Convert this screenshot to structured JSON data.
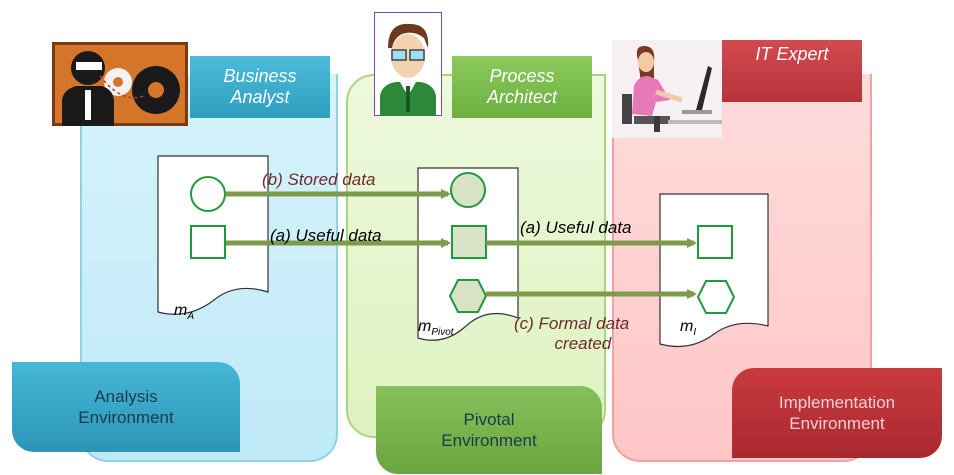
{
  "roles": {
    "business_analyst": {
      "line1": "Business",
      "line2": "Analyst",
      "color": "#35aacb"
    },
    "process_architect": {
      "line1": "Process",
      "line2": "Architect",
      "color": "#77b94a"
    },
    "it_expert": {
      "label": "IT Expert",
      "color": "#c0383e"
    }
  },
  "environments": {
    "analysis": {
      "line1": "Analysis",
      "line2": "Environment"
    },
    "pivotal": {
      "line1": "Pivotal",
      "line2": "Environment"
    },
    "implementation": {
      "line1": "Implementation",
      "line2": "Environment"
    }
  },
  "models": {
    "m_a": {
      "base": "m",
      "sub": "A"
    },
    "m_pivot": {
      "base": "m",
      "sub": "Pivot"
    },
    "m_i": {
      "base": "m",
      "sub": "I"
    }
  },
  "flows": {
    "stored": "(b) Stored data",
    "useful_left": "(a) Useful data",
    "useful_right": "(a) Useful data",
    "formal_line1": "(c) Formal data",
    "formal_line2": "created"
  },
  "colors": {
    "analysis_lane": "#c9eefa",
    "pivotal_lane": "#e6f6cf",
    "implementation_lane": "#ffd0d0",
    "shape_stroke": "#1f9a3c",
    "arrow": "#7d9b4a",
    "label_brown": "#6e2b2b"
  }
}
